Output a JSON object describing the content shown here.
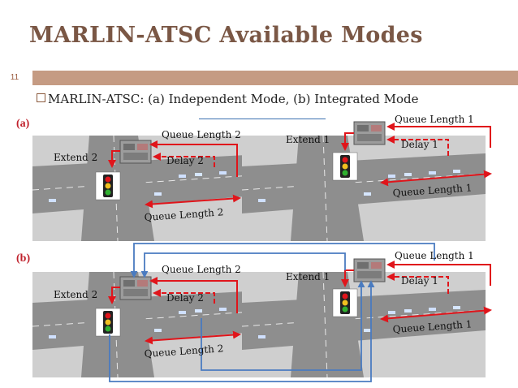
{
  "slide": {
    "title": "MARLIN-ATSC  Available Modes",
    "number": "11",
    "bullet": "MARLIN-ATSC: (a) Independent  Mode, (b) Integrated Mode"
  },
  "panels": [
    {
      "label": "(a)",
      "left": {
        "queue_length": "Queue Length 2",
        "delay": "Delay 2",
        "extend": "Extend 2",
        "queue_length_bottom": "Queue Length 2"
      },
      "right": {
        "queue_length": "Queue Length 1",
        "delay": "Delay 1",
        "extend": "Extend 1",
        "queue_length_bottom": "Queue Length 1"
      }
    },
    {
      "label": "(b)",
      "left": {
        "queue_length": "Queue Length 2",
        "delay": "Delay 2",
        "extend": "Extend 2",
        "queue_length_bottom": "Queue Length 2"
      },
      "right": {
        "queue_length": "Queue Length 1",
        "delay": "Delay 1",
        "extend": "Extend 1",
        "queue_length_bottom": "Queue Length 1"
      }
    }
  ],
  "colors": {
    "title": "#7a5745",
    "band": "#c59b83",
    "arrow_red": "#e0151b",
    "link_blue": "#4a7bc0",
    "road": "#8e8e8e",
    "ground": "#cfcfcf"
  }
}
